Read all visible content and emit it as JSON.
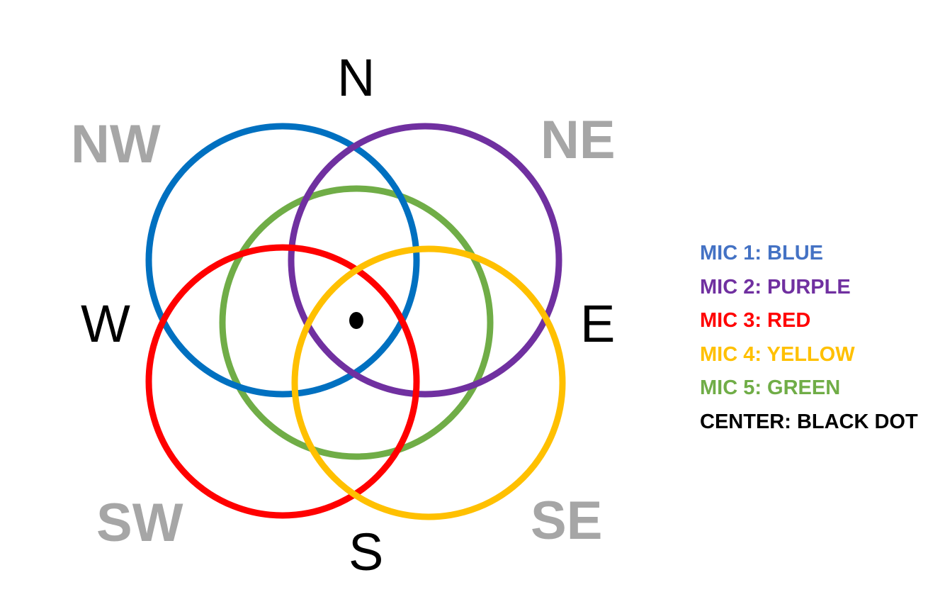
{
  "directions": {
    "n": "N",
    "s": "S",
    "e": "E",
    "w": "W",
    "ne": "NE",
    "nw": "NW",
    "se": "SE",
    "sw": "SW"
  },
  "circles": [
    {
      "id": "mic-1",
      "color": "#0070c0"
    },
    {
      "id": "mic-2",
      "color": "#7030a0"
    },
    {
      "id": "mic-3",
      "color": "#ff0000"
    },
    {
      "id": "mic-4",
      "color": "#ffc000"
    },
    {
      "id": "mic-5",
      "color": "#70ad47"
    }
  ],
  "legend": [
    {
      "text": "MIC 1: BLUE",
      "color": "#4472c4"
    },
    {
      "text": "MIC 2: PURPLE",
      "color": "#7030a0"
    },
    {
      "text": "MIC 3: RED",
      "color": "#ff0000"
    },
    {
      "text": "MIC 4: YELLOW",
      "color": "#ffc000"
    },
    {
      "text": "MIC 5: GREEN",
      "color": "#70ad47"
    },
    {
      "text": "CENTER: BLACK DOT",
      "color": "#000000"
    }
  ],
  "colors": {
    "primary_direction": "#000000",
    "secondary_direction": "#a6a6a6",
    "center_dot": "#000000"
  }
}
